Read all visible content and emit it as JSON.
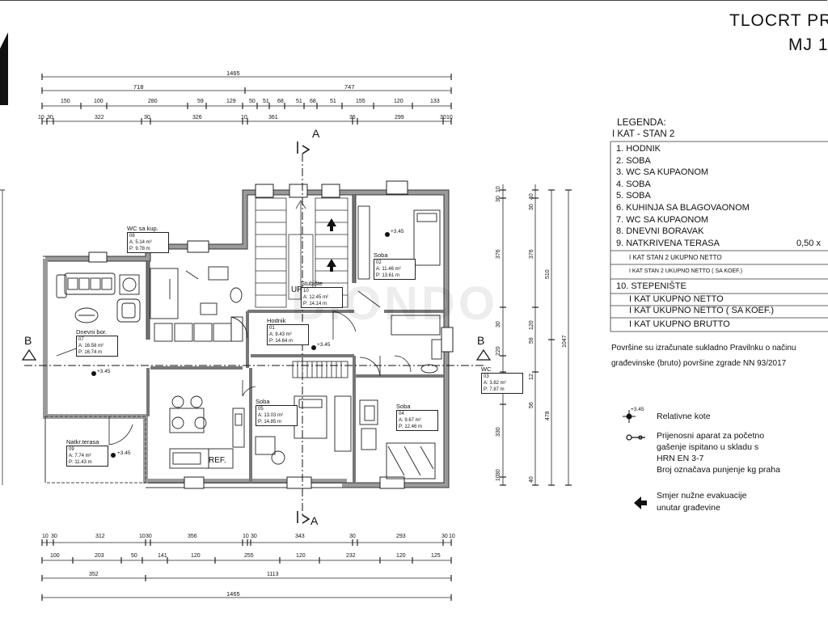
{
  "title": {
    "line1": "TLOCRT PR",
    "line2": "MJ 1"
  },
  "dimensions": {
    "top_total": "1465",
    "top_left": "718",
    "top_right": "747",
    "top_row3": [
      "150",
      "100",
      "280",
      "59",
      "129",
      "50",
      "51",
      "68",
      "51",
      "68",
      "51",
      "155",
      "120",
      "133"
    ],
    "top_row4": [
      "10",
      "30",
      "322",
      "30",
      "326",
      "10",
      "361",
      "36",
      "299",
      "30",
      "10"
    ],
    "bottom_row1": [
      "10",
      "30",
      "312",
      "10",
      "30",
      "356",
      "10",
      "30",
      "343",
      "30",
      "293",
      "30",
      "10"
    ],
    "bottom_row2": [
      "100",
      "203",
      "50",
      "141",
      "120",
      "255",
      "120",
      "232",
      "120",
      "125"
    ],
    "bottom_row3": [
      "352",
      "1113"
    ],
    "bottom_total": "1465",
    "right_col1": [
      "30",
      "10",
      "376",
      "30",
      "220",
      "30",
      "330",
      "10",
      "30"
    ],
    "right_col2": [
      "40",
      "30",
      "376",
      "120",
      "59",
      "12",
      "56",
      "40"
    ],
    "right_col3": [
      "510",
      "478"
    ],
    "right_total": "1047"
  },
  "section_marks": {
    "a_top": "A",
    "a_bottom": "A",
    "b_left": "B",
    "b_right": "B"
  },
  "rooms": [
    {
      "name": "WC sa kup.",
      "num": "08",
      "area": "5.14 m²",
      "perimeter": "9.78 m"
    },
    {
      "name": "Dnevni bor.",
      "num": "07",
      "area": "16.58 m²",
      "perimeter": "16.74 m"
    },
    {
      "name": "Natkr.terasa",
      "num": "09",
      "area": "7.74 m²",
      "perimeter": "11.43 m"
    },
    {
      "name": "Stubište",
      "num": "10",
      "area": "12.45 m²",
      "perimeter": "14.14 m"
    },
    {
      "name": "Hodnik",
      "num": "01",
      "area": "8.43 m²",
      "perimeter": "14.64 m"
    },
    {
      "name": "Soba",
      "num": "05",
      "area": "13.03 m²",
      "perimeter": "14.85 m"
    },
    {
      "name": "Soba",
      "num": "02",
      "area": "11.46 m²",
      "perimeter": "13.61 m"
    },
    {
      "name": "Soba",
      "num": "04",
      "area": "9.67 m²",
      "perimeter": "12.46 m"
    },
    {
      "name": "WC",
      "num": "03",
      "area": "3.82 m²",
      "perimeter": "7.87 m"
    }
  ],
  "labels": {
    "up": "UP",
    "ref": "REF.",
    "area_prefix": "A:",
    "perim_prefix": "P:",
    "elev_main": "+3.45",
    "elev_terrace": "+3.45"
  },
  "legend": {
    "title": "LEGENDA:",
    "subtitle": "I KAT - STAN 2",
    "items": [
      "1.  HODNIK",
      "2.  SOBA",
      "3.  WC SA KUPAONOM",
      "4.  SOBA",
      "5.  SOBA",
      "6.  KUHINJA SA BLAGOVAONOM",
      "7.  WC SA KUPAONOM",
      "8.  DNEVNI BORAVAK",
      "9.  NATKRIVENA TERASA"
    ],
    "terrace_coef": "0,50 x",
    "netto1": "I KAT  STAN 2  UKUPNO NETTO",
    "netto2": "I KAT STAN 2  UKUPNO NETTO ( SA KOEF.)",
    "item10": "10.  STEPENIŠTE",
    "total1": "I KAT  UKUPNO NETTO",
    "total2": "I KAT  UKUPNO NETTO  ( SA KOEF.)",
    "total3": "I KAT  UKUPNO BRUTTO"
  },
  "note": {
    "line1": "Površine su izračunate sukladno  Pravilnku o načinu",
    "line2": "građevinske (bruto) površine zgrade NN 93/2017"
  },
  "symbols": {
    "elevation_tag": "+3.45",
    "elevation_text": "Relativne  kote",
    "extinguisher_text": [
      "Prijenosni aparat za početno",
      "gašenje ispitano u skladu s",
      "HRN EN 3-7",
      "Broj označava punjenje kg praha"
    ],
    "evac_text": [
      "Smjer  nužne evakuacije",
      "unutar građevine"
    ]
  },
  "watermark": "BIONDO"
}
